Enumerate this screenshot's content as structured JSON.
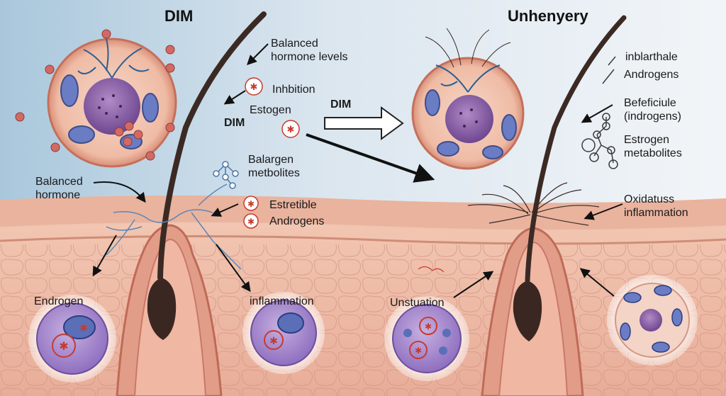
{
  "titles": {
    "left": "DIM",
    "right": "Unhenyery"
  },
  "left_labels": {
    "balanced_hormone_levels": [
      "Balanced",
      "hormone levels"
    ],
    "inhibition": "Inhbition",
    "dim": "DIM",
    "estogen": "Estogen",
    "balargen": [
      "Balargen",
      "metbolites"
    ],
    "balanced_hormone": [
      "Balanced",
      "hormone"
    ],
    "estretible": "Estretible",
    "androgens": "Androgens",
    "endrogen": "Endrogen",
    "inflammation": "inflammation"
  },
  "center_labels": {
    "dim_arrow": "DIM",
    "unstuation": "Unstuation"
  },
  "right_labels": {
    "inblarthale": "inblarthale",
    "androgens": "Androgens",
    "beneficiule": [
      "Befeficiule",
      "(indrogens)"
    ],
    "estrogen_metabolites": [
      "Estrogen",
      "metabolites"
    ],
    "oxidatuss": [
      "Oxidatuss",
      "inflammation"
    ]
  },
  "colors": {
    "sky_top": "#a9c7dc",
    "sky_light": "#eef3f7",
    "skin": "#eebfaa",
    "skin_dark": "#d58d79",
    "follicle": "#c76b5c",
    "hair": "#3b2a24",
    "cell_fill": "#f3c7b4",
    "nucleus": "#8e63a8",
    "organelle": "#6a7cc4",
    "accent_red": "#c83a2e",
    "nerve_blue": "#4a78a8"
  },
  "icons": [
    "arrow-icon",
    "molecule-icon",
    "estrogen-marker-icon",
    "hair-strand-icon"
  ]
}
